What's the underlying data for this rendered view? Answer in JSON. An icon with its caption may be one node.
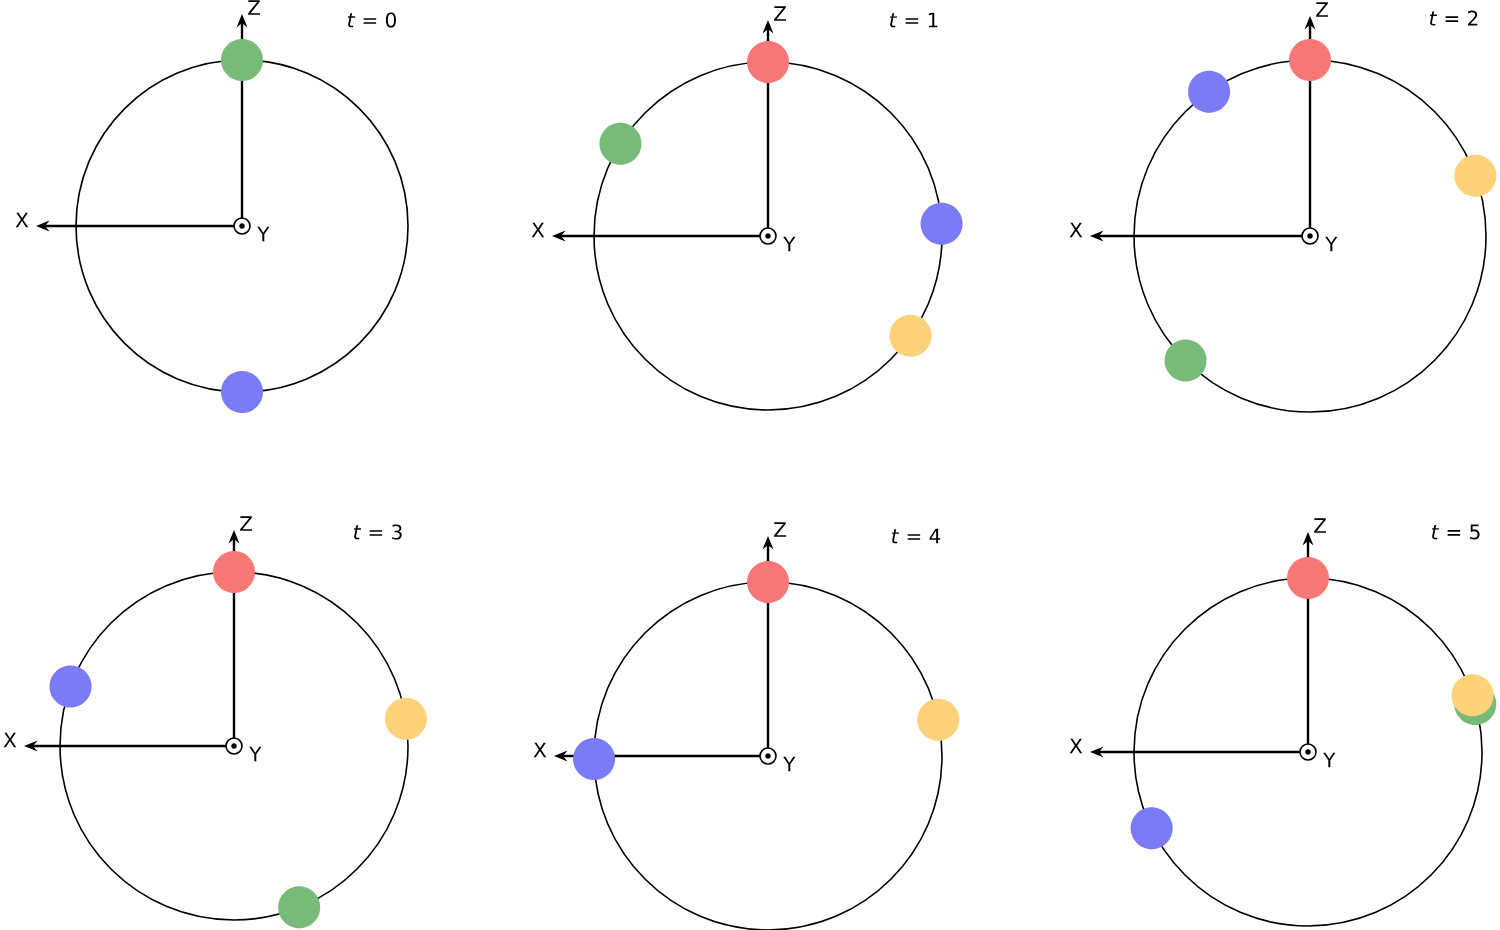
{
  "diagram": {
    "labels": [
      "Z",
      "*t* = 0",
      "X",
      "Y",
      "Z",
      "*t* = 1",
      "X",
      "Y",
      "Z",
      "*t* = 2",
      "X",
      "Y",
      "Z",
      "*t* = 3",
      "X",
      "Y",
      "Z",
      "*t* = 4",
      "X",
      "Y",
      "Z",
      "*t* = 5",
      "X",
      "Y"
    ]
  }
}
